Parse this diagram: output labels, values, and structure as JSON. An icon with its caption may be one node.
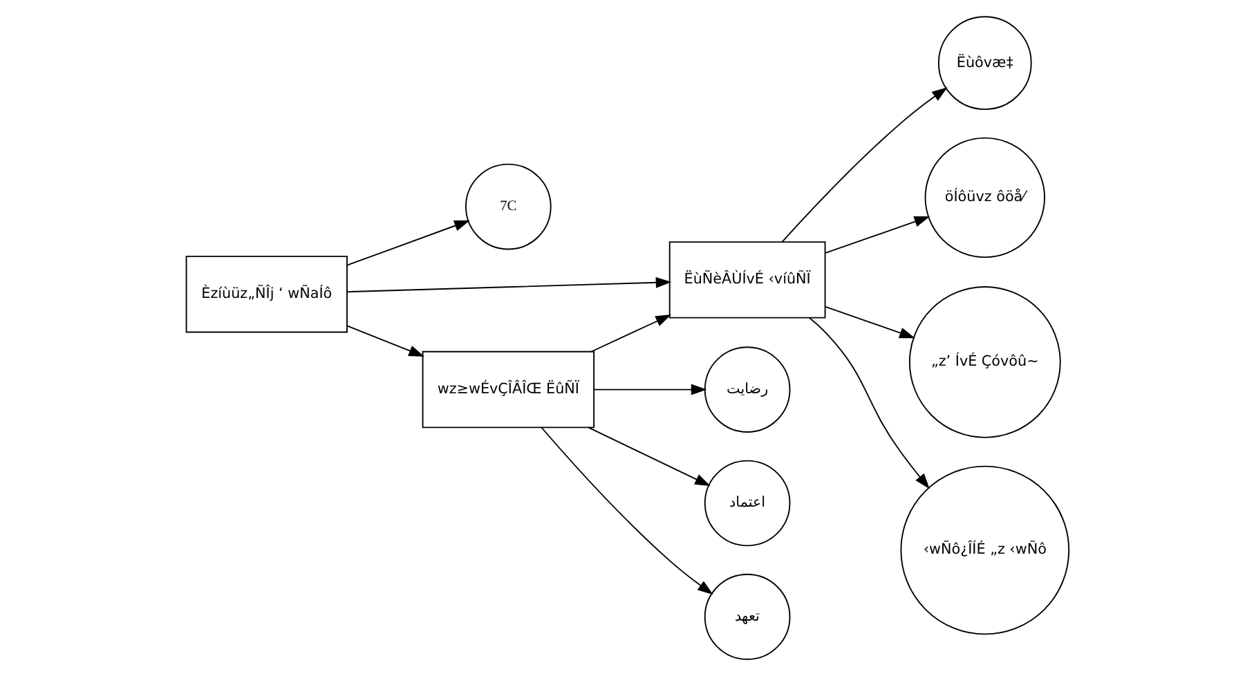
{
  "diagram": {
    "nodes": [
      {
        "text": [
          "7C"
        ]
      },
      {
        "text": [
          "Èzíùüz„ÑÎj ‘ wÑaÍô"
        ]
      },
      {
        "text": [
          "wz≥wÉvÇÎÂÎŒ ËûÑÏ"
        ]
      },
      {
        "text": [
          "ËùÑèÂÙÍvÉ ‹víûÑÏ"
        ]
      },
      {
        "text": [
          "Ëùôvæ‡"
        ]
      },
      {
        "text": [
          "öÍôüvz ôöå⁄"
        ]
      },
      {
        "text": [
          "„z’ ÍvÉ Çóvôû~"
        ]
      },
      {
        "text": [
          "‹wÑô¿ÎÍÉ „z ‹wÑô"
        ]
      },
      {
        "text": [
          "رضایت"
        ]
      },
      {
        "text": [
          "اعتماد"
        ]
      },
      {
        "text": [
          "تعهد"
        ]
      }
    ],
    "edges": [
      {
        "from": 1,
        "to": 0,
        "arrow": "to"
      },
      {
        "from": 1,
        "to": 2,
        "arrow": "to"
      },
      {
        "from": 2,
        "to": 3,
        "arrow": "to"
      },
      {
        "from": 1,
        "to": 3,
        "arrow": "to"
      },
      {
        "from": 3,
        "to": 4,
        "arrow": "to"
      },
      {
        "from": 3,
        "to": 5,
        "arrow": "to"
      },
      {
        "from": 3,
        "to": 6,
        "arrow": "to"
      },
      {
        "from": 3,
        "to": 7,
        "arrow": "to"
      },
      {
        "from": 2,
        "to": 8,
        "arrow": "to"
      },
      {
        "from": 2,
        "to": 9,
        "arrow": "to"
      },
      {
        "from": 2,
        "to": 10,
        "arrow": "to"
      }
    ]
  }
}
